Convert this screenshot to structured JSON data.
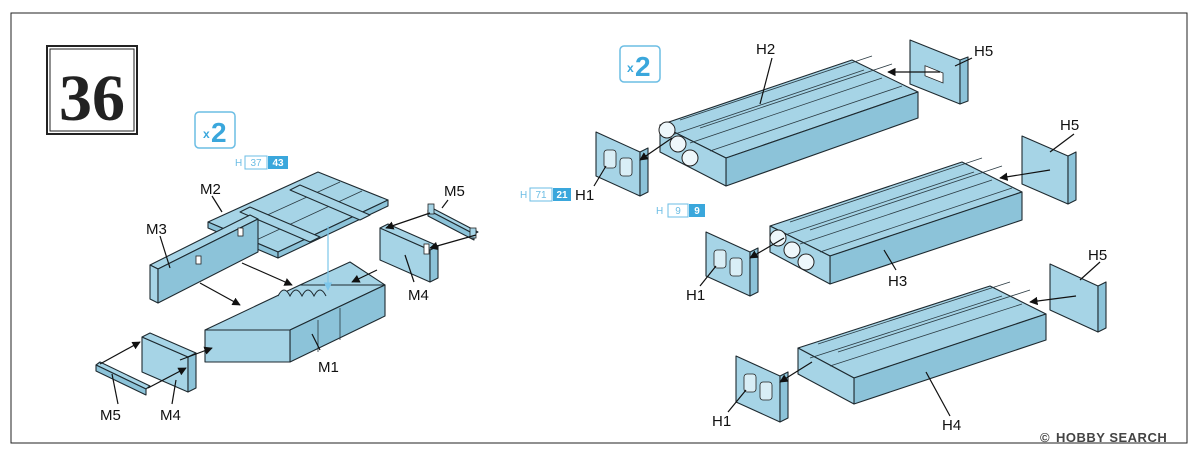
{
  "step": {
    "number": "36"
  },
  "multipliers": {
    "left": "2",
    "right": "2",
    "prefix": "x"
  },
  "refs": {
    "h37": {
      "letter": "H",
      "a": "37",
      "b": "43"
    },
    "h71": {
      "letter": "H",
      "a": "71",
      "b": "21"
    },
    "h9": {
      "letter": "H",
      "a": "9",
      "b": "9"
    }
  },
  "labels": {
    "M1": "M1",
    "M2": "M2",
    "M3": "M3",
    "M4a": "M4",
    "M4b": "M4",
    "M5a": "M5",
    "M5b": "M5",
    "H1a": "H1",
    "H1b": "H1",
    "H1c": "H1",
    "H2": "H2",
    "H3": "H3",
    "H4": "H4",
    "H5a": "H5",
    "H5b": "H5",
    "H5c": "H5"
  },
  "watermark": {
    "text": "HOBBY SEARCH",
    "copyright": "©"
  },
  "colors": {
    "part": "#a6d4e6",
    "accent": "#3aa7dc",
    "line": "#111111"
  }
}
